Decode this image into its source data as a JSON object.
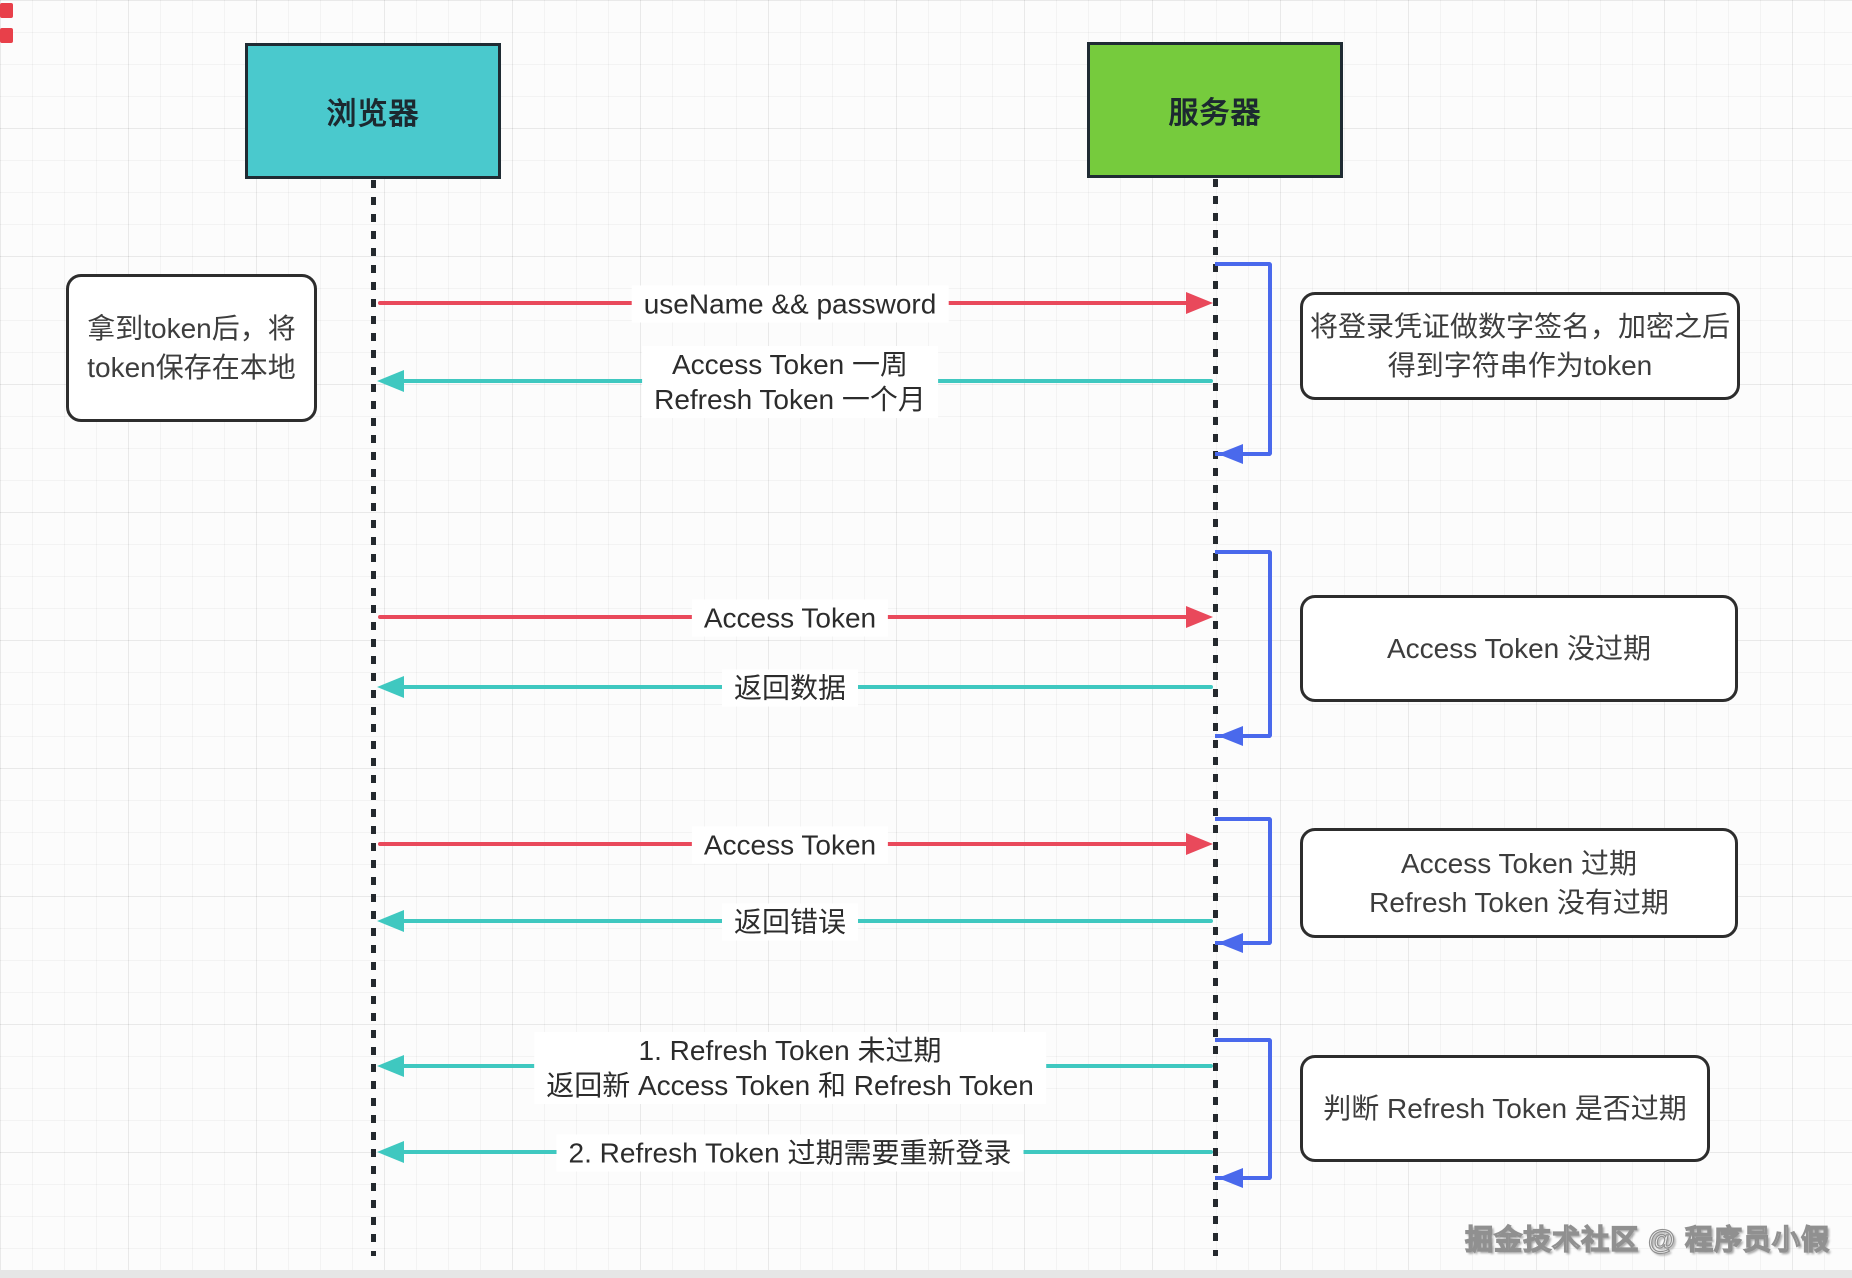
{
  "actors": {
    "browser": {
      "label": "浏览器"
    },
    "server": {
      "label": "服务器"
    }
  },
  "notes": {
    "browser_local": {
      "line1": "拿到token后，将",
      "line2": "token保存在本地"
    },
    "server_sign": {
      "line1": "将登录凭证做数字签名，加密之后",
      "line2": "得到字符串作为token"
    },
    "server_not_expired": {
      "line1": "Access Token 没过期"
    },
    "server_expired": {
      "line1": "Access Token 过期",
      "line2": "Refresh Token 没有过期"
    },
    "server_judge": {
      "line1": "判断 Refresh Token 是否过期"
    }
  },
  "messages": {
    "login": {
      "label": "useName && password"
    },
    "tokens": {
      "line1": "Access Token 一周",
      "line2": "Refresh Token 一个月"
    },
    "access1": {
      "label": "Access Token"
    },
    "return_data": {
      "label": "返回数据"
    },
    "access2": {
      "label": "Access Token"
    },
    "return_error": {
      "label": "返回错误"
    },
    "refresh_ok": {
      "line1": "1. Refresh Token 未过期",
      "line2": "返回新 Access Token 和 Refresh Token"
    },
    "refresh_expired": {
      "label": "2. Refresh Token 过期需要重新登录"
    }
  },
  "watermark": "掘金技术社区 @ 程序员小假",
  "colors": {
    "request": "#e9495b",
    "response": "#3fc8c0",
    "activation": "#4a69ec",
    "browser_fill": "#4ac9cd",
    "server_fill": "#76cb3d"
  }
}
